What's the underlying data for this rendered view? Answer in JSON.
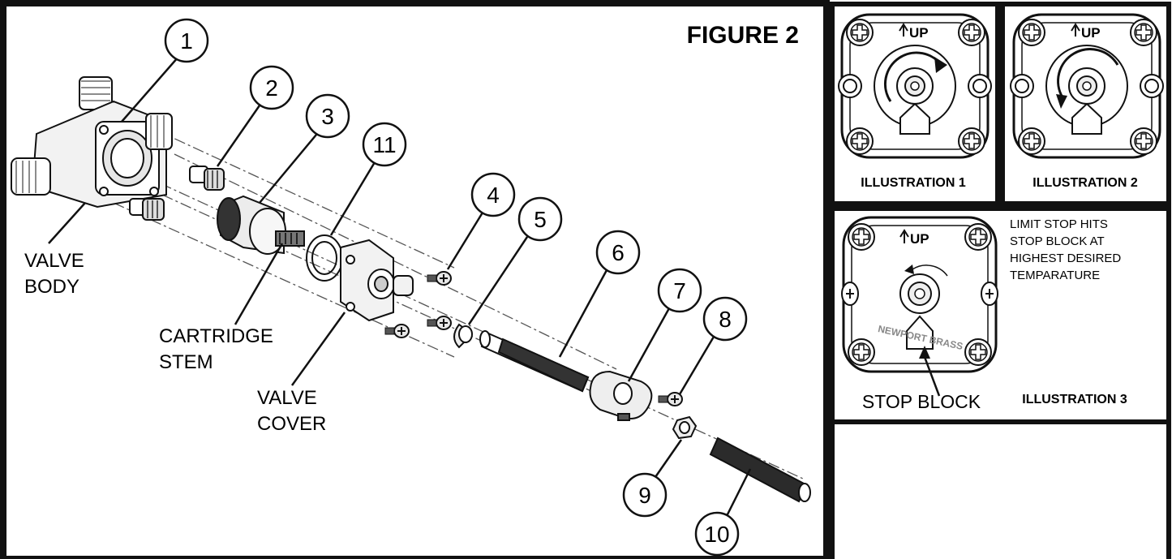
{
  "figure_title": "FIGURE 2",
  "callouts": [
    "1",
    "2",
    "3",
    "11",
    "4",
    "5",
    "6",
    "7",
    "8",
    "9",
    "10"
  ],
  "labels": {
    "valve_body": [
      "VALVE",
      "BODY"
    ],
    "cartridge_stem": [
      "CARTRIDGE",
      "STEM"
    ],
    "valve_cover": [
      "VALVE",
      "COVER"
    ]
  },
  "illustrations": {
    "ill1": {
      "title": "ILLUSTRATION 1",
      "up": "UP"
    },
    "ill2": {
      "title": "ILLUSTRATION 2",
      "up": "UP"
    },
    "ill3": {
      "title": "ILLUSTRATION 3",
      "up": "UP",
      "note": [
        "LIMIT STOP HITS",
        "STOP BLOCK AT",
        "HIGHEST DESIRED",
        "TEMPARATURE"
      ],
      "stop_block": "STOP BLOCK",
      "brand": "NEWPORT BRASS"
    }
  },
  "icons": [
    "cross-screw-icon",
    "rotation-arrow-icon",
    "up-arrow-icon"
  ]
}
